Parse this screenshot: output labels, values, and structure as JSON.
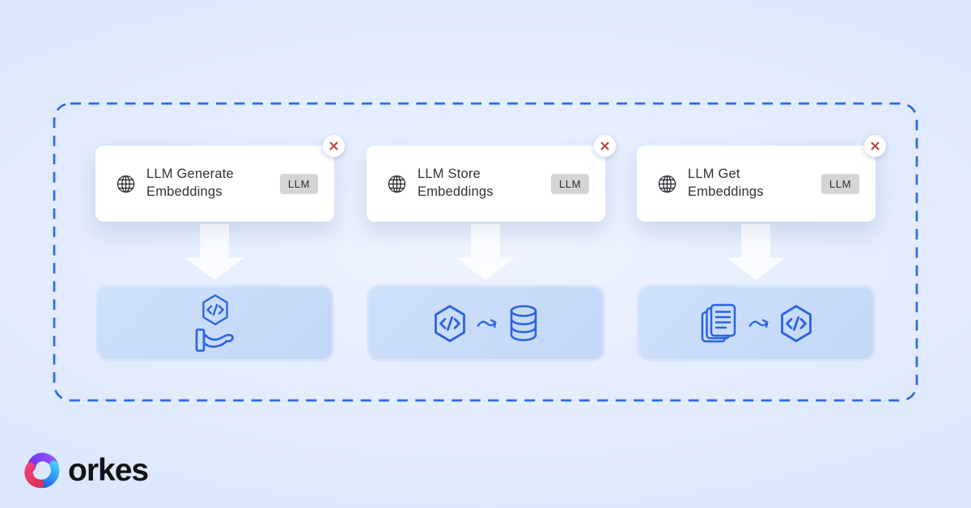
{
  "cards": [
    {
      "title": "LLM Generate Embeddings",
      "badge": "LLM",
      "icon": "globe-icon",
      "close": "close-icon"
    },
    {
      "title": "LLM Store Embeddings",
      "badge": "LLM",
      "icon": "globe-icon",
      "close": "close-icon"
    },
    {
      "title": "LLM Get Embeddings",
      "badge": "LLM",
      "icon": "globe-icon",
      "close": "close-icon"
    }
  ],
  "result_boxes": [
    {
      "icons": [
        "code-hexagon-icon",
        "hand-icon"
      ]
    },
    {
      "icons": [
        "code-hexagon-icon",
        "curve-arrow-icon",
        "database-icon"
      ]
    },
    {
      "icons": [
        "documents-icon",
        "curve-arrow-icon",
        "code-hexagon-icon"
      ]
    }
  ],
  "logo": {
    "text": "orkes"
  },
  "icons": {
    "globe-icon": "wireframe globe",
    "close-icon": "red x in white circle",
    "down-arrow": "white block arrow pointing down",
    "code-hexagon-icon": "</> inside hexagon outline",
    "hand-icon": "open hand holding hexagon",
    "curve-arrow-icon": "curved squiggle arrow pointing right",
    "database-icon": "database cylinder with three rings",
    "documents-icon": "stack of three pages with text lines",
    "orkes-logo-icon": "tri-color triangular loop (purple, pink, cyan-blue)"
  },
  "colors": {
    "background_edge": "#d8e5fb",
    "background_center": "#eff4fe",
    "dashed_border": "#2e6ae3",
    "card_bg": "#ffffff",
    "card_text": "#2f3237",
    "badge_bg": "#d4d4d4",
    "close_x": "#bf4040",
    "icon_blue": "#2b63e0",
    "box_bg": "#c7dbf8",
    "box_border": "#d7e5fc",
    "arrow_fill": "#ffffff",
    "logo_text": "#131416",
    "logo_purple": "#7c3bf4",
    "logo_pink": "#ee3f68",
    "logo_cyan": "#38c6f4",
    "logo_blue": "#1c66ee"
  }
}
